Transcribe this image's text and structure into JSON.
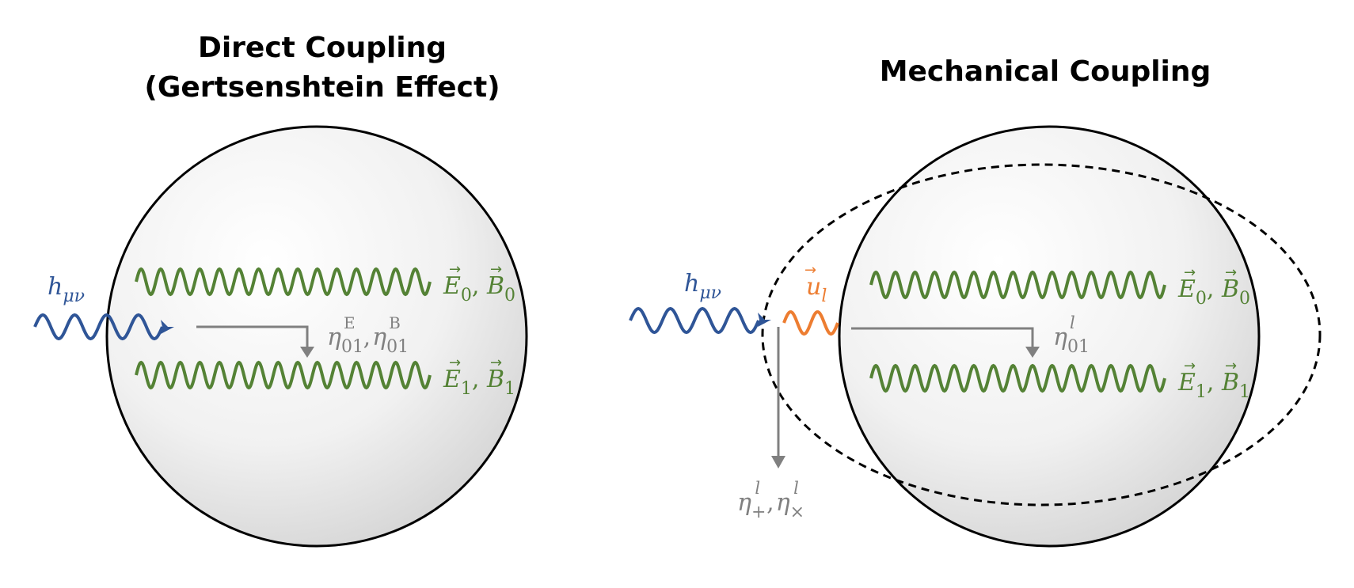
{
  "panels": {
    "direct": {
      "title_line1": "Direct Coupling",
      "title_line2": "(Gertsenshtein Effect)",
      "incoming": {
        "sym": "h",
        "sub": "μν"
      },
      "mode0": {
        "a": "E",
        "a_sub": "0",
        "sep": ", ",
        "b": "B",
        "b_sub": "0"
      },
      "mode1": {
        "a": "E",
        "a_sub": "1",
        "sep": ", ",
        "b": "B",
        "b_sub": "1"
      },
      "coupling": {
        "sym1": "η",
        "sub1": "01",
        "sup1": "E",
        "sep": ",",
        "sym2": "η",
        "sub2": "01",
        "sup2": "B"
      }
    },
    "mechanical": {
      "title": "Mechanical Coupling",
      "incoming": {
        "sym": "h",
        "sub": "μν"
      },
      "displacement": {
        "sym": "u",
        "sub": "l"
      },
      "mode0": {
        "a": "E",
        "a_sub": "0",
        "sep": ", ",
        "b": "B",
        "b_sub": "0"
      },
      "mode1": {
        "a": "E",
        "a_sub": "1",
        "sep": ", ",
        "b": "B",
        "b_sub": "1"
      },
      "coupling": {
        "sym": "η",
        "sub": "01",
        "sup": "l"
      },
      "radiation": {
        "sym1": "η",
        "sub1": "+",
        "sup1": "l",
        "sep": ",",
        "sym2": "η",
        "sub2": "×",
        "sup2": "l"
      }
    }
  },
  "colors": {
    "cavity_mode": "#548235",
    "graviton": "#2F5597",
    "phonon": "#ED7D31",
    "arrow": "#808080",
    "outline": "#000000"
  }
}
